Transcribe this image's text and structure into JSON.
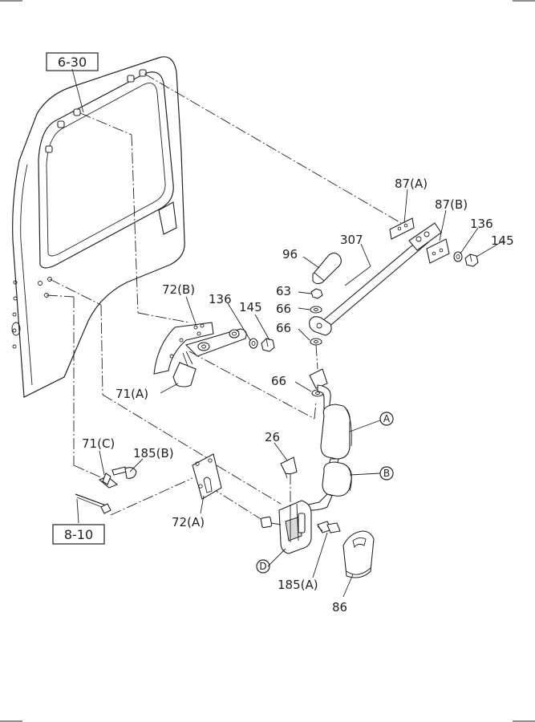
{
  "diagram": {
    "callouts": {
      "ref_6_30": "6-30",
      "ref_8_10": "8-10",
      "p87a": "87(A)",
      "p87b": "87(B)",
      "p136_top": "136",
      "p145_top": "145",
      "p307": "307",
      "p96": "96",
      "p63": "63",
      "p66_a": "66",
      "p66_b": "66",
      "p66_c": "66",
      "p72b": "72(B)",
      "p136_mid": "136",
      "p145_mid": "145",
      "p71a": "71(A)",
      "p26": "26",
      "p71c": "71(C)",
      "p185b": "185(B)",
      "p72a": "72(A)",
      "p185a": "185(A)",
      "p86": "86",
      "circle_a": "A",
      "circle_b": "B",
      "circle_d": "D"
    }
  }
}
